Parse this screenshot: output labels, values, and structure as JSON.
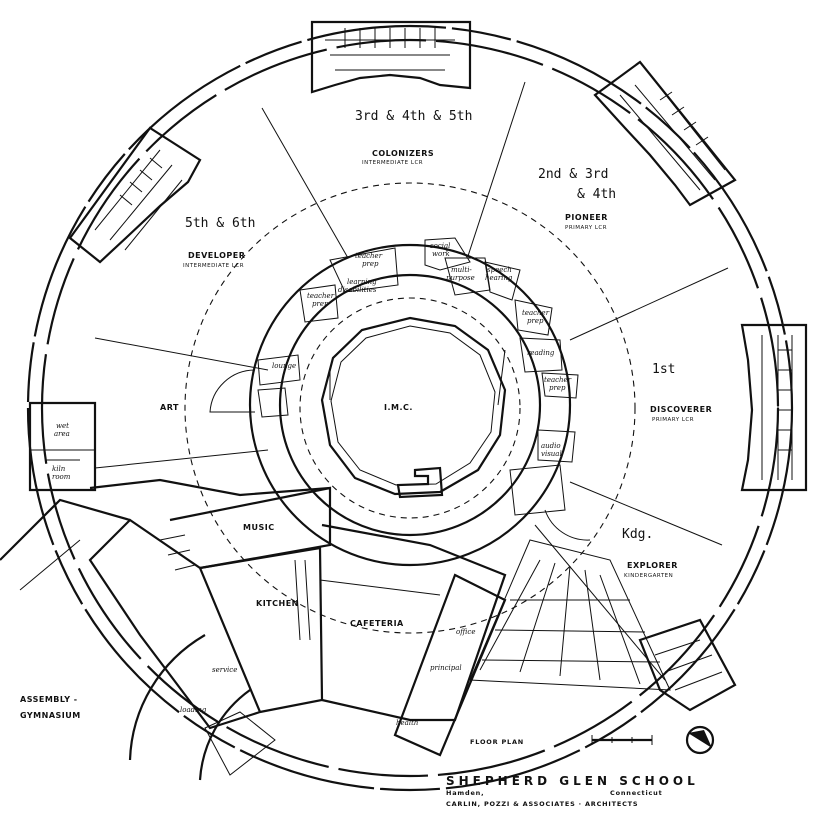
{
  "grades": {
    "g345": "3rd & 4th & 5th",
    "g234a": "2nd & 3rd",
    "g234b": "& 4th",
    "g56": "5th & 6th",
    "g1": "1st",
    "gk": "Kdg."
  },
  "units": {
    "colonizers": "COLONIZERS",
    "colonizers_sub": "INTERMEDIATE LCR",
    "pioneer": "PIONEER",
    "pioneer_sub": "PRIMARY LCR",
    "developer": "DEVELOPER",
    "developer_sub": "INTERMEDIATE LCR",
    "discoverer": "DISCOVERER",
    "discoverer_sub": "PRIMARY LCR",
    "explorer": "EXPLORER",
    "explorer_sub": "KINDERGARTEN"
  },
  "rooms": {
    "art": "ART",
    "imc": "I.M.C.",
    "music": "MUSIC",
    "kitchen": "KITCHEN",
    "cafeteria": "CAFETERIA",
    "teacher_prep_1": "teacher",
    "teacher_prep_1b": "prep",
    "learning_dis_a": "learning",
    "learning_dis_b": "disabilities",
    "social_a": "social",
    "social_b": "work",
    "multi_a": "multi-",
    "multi_b": "purpose",
    "speech_a": "speech",
    "speech_b": "hearing",
    "teacher_prep_2": "teacher",
    "teacher_prep_2b": "prep",
    "reading": "reading",
    "teacher_prep_3": "teacher",
    "teacher_prep_3b": "prep",
    "audio_a": "audio",
    "audio_b": "visual",
    "teacher_prep_4": "teacher",
    "teacher_prep_4b": "prep",
    "lounge": "lounge",
    "wet_area_a": "wet",
    "wet_area_b": "area",
    "kiln_a": "kiln",
    "kiln_b": "room",
    "office": "office",
    "principal": "principal",
    "health": "health",
    "service": "service",
    "loading": "loading",
    "assembly_a": "ASSEMBLY -",
    "assembly_b": "GYMNASIUM"
  },
  "legend": {
    "floor_plan": "FLOOR PLAN"
  },
  "titleblock": {
    "school": "SHEPHERD GLEN SCHOOL",
    "town": "Hamden,",
    "state": "Connecticut",
    "architects": "CARLIN, POZZI & ASSOCIATES · ARCHITECTS"
  }
}
